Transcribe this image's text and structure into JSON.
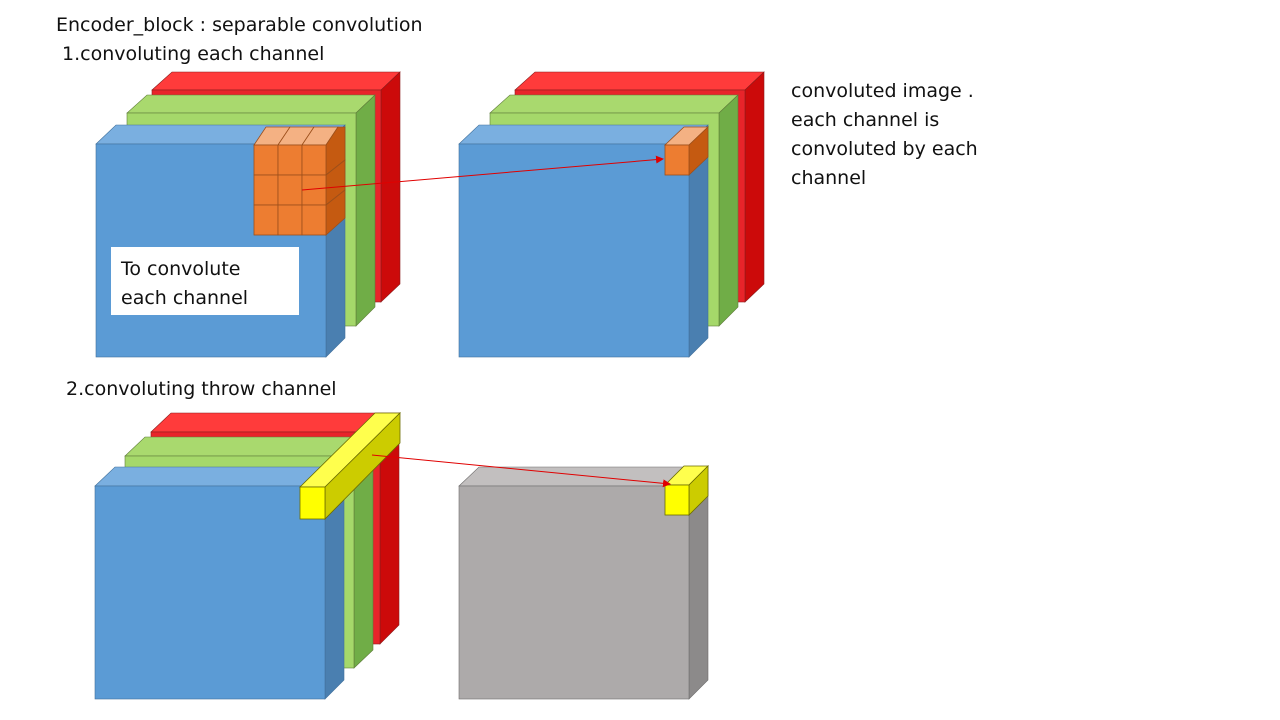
{
  "title": "Encoder_block : separable convolution",
  "step1_label": "1.convoluting each channel",
  "step2_label": "2.convoluting throw channel",
  "input_label": {
    "line1": "To convolute",
    "line2": "each channel"
  },
  "note": {
    "line1": "convoluted image .",
    "line2": "each channel is",
    "line3": "convoluted by each",
    "line4": "channel"
  },
  "colors": {
    "channel_blue": "#5b9bd5",
    "channel_green": "#a5d86a",
    "channel_red": "#e8242a",
    "kernel_orange": "#ed7d31",
    "pointwise_yellow": "#ffff00",
    "output_gray": "#adaaaa",
    "arrow_red": "#e00000"
  }
}
